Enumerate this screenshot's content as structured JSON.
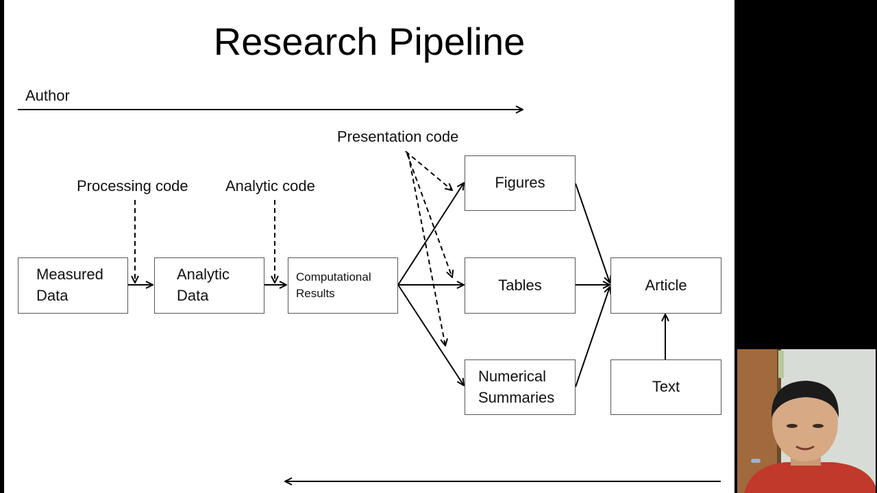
{
  "slide": {
    "title": "Research Pipeline",
    "labels": {
      "author": "Author",
      "presentation_code": "Presentation code",
      "processing_code": "Processing code",
      "analytic_code": "Analytic code"
    },
    "boxes": {
      "measured_data": "Measured\nData",
      "analytic_data": "Analytic\nData",
      "computational_results": "Computational\nResults",
      "figures": "Figures",
      "tables": "Tables",
      "numerical_summaries": "Numerical\nSummaries",
      "article": "Article",
      "text": "Text"
    }
  },
  "webcam": {
    "description_icon": "presenter-video-icon"
  },
  "colors": {
    "background": "#000000",
    "slide": "#ffffff",
    "ink": "#111111",
    "box_border": "#555555"
  }
}
